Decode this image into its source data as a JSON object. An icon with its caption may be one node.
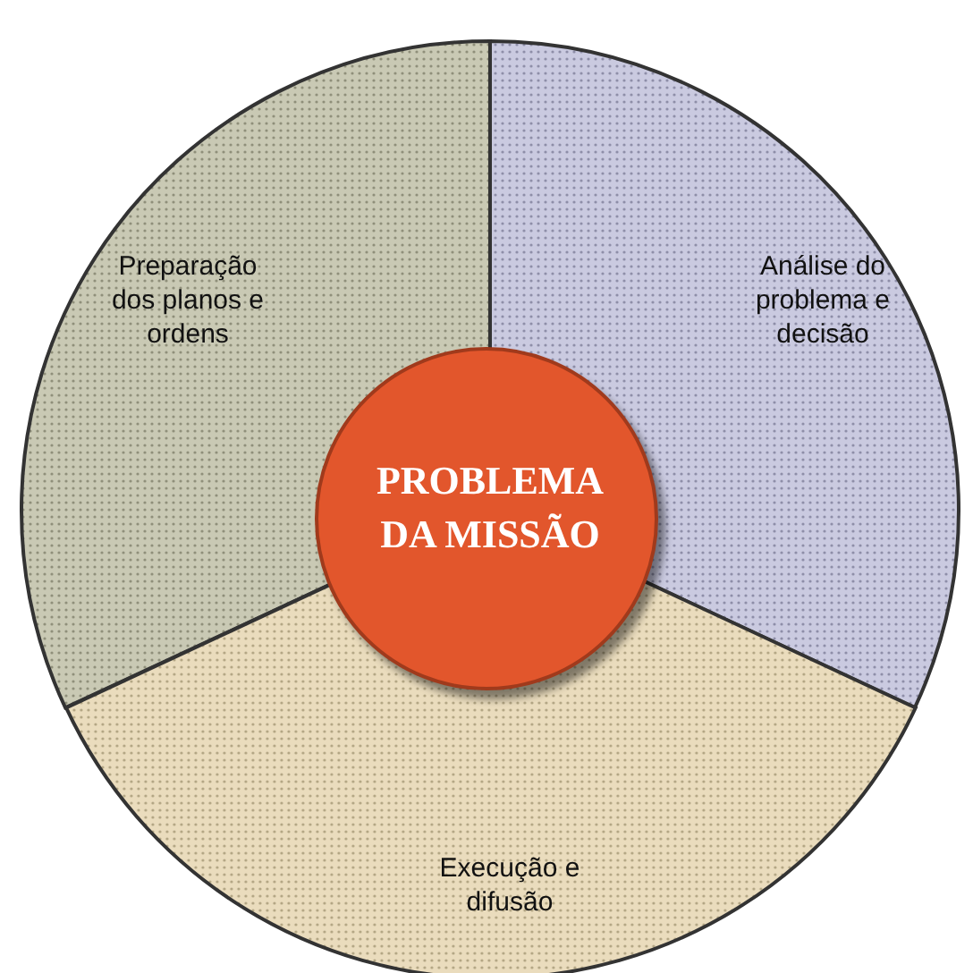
{
  "diagram": {
    "nodes": [
      {
        "text": [
          "Preparação dos planos e ordens"
        ]
      },
      {
        "text": [
          "Análise do problema e decisão"
        ]
      },
      {
        "text": [
          "PROBLEMA DA MISSÃO"
        ]
      },
      {
        "text": [
          "Execução e difusão"
        ]
      }
    ]
  }
}
